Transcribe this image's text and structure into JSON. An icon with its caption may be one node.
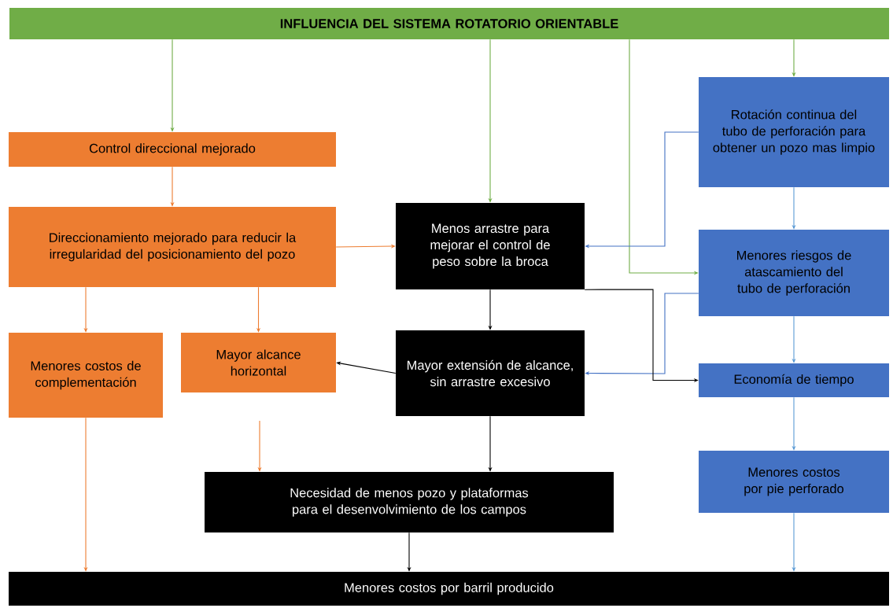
{
  "diagram": {
    "nodes": [
      {
        "text": [
          "INFLUENCIA DEL SISTEMA ROTATORIO ORIENTABLE"
        ]
      },
      {
        "text": [
          "Control direccional mejorado"
        ]
      },
      {
        "text": [
          "Direccionamiento mejorado para reducir la irregularidad del posicionamiento del pozo"
        ]
      },
      {
        "text": [
          "Menos arrastre para mejorar el control de peso sobre la broca"
        ]
      },
      {
        "text": [
          "Rotación continua del tubo de perforación para obtener un pozo mas limpio"
        ]
      },
      {
        "text": [
          "Menores riesgos de atascamiento del tubo de perforación"
        ]
      },
      {
        "text": [
          "Menores costos de complementación"
        ]
      },
      {
        "text": [
          "Mayor alcance horizontal"
        ]
      },
      {
        "text": [
          "Mayor extensión de alcance, sin arrastre excesivo"
        ]
      },
      {
        "text": [
          "Economía de tiempo"
        ]
      },
      {
        "text": [
          "Necesidad de menos pozo y plataformas para el desenvolvimiento de los campos"
        ]
      },
      {
        "text": [
          "Menores costos por pie perforado"
        ]
      },
      {
        "text": [
          "Menores costos por barril producido"
        ]
      }
    ],
    "edges": [
      {
        "from": 0,
        "to": 1,
        "arrow": "to",
        "color": "#70ad47"
      },
      {
        "from": 0,
        "to": 3,
        "arrow": "to",
        "color": "#70ad47"
      },
      {
        "from": 0,
        "to": 5,
        "arrow": "to",
        "color": "#70ad47"
      },
      {
        "from": 0,
        "to": 4,
        "arrow": "to",
        "color": "#70ad47"
      },
      {
        "from": 1,
        "to": 2,
        "arrow": "to",
        "color": "#ed7d31"
      },
      {
        "from": 2,
        "to": 3,
        "arrow": "to",
        "color": "#ed7d31"
      },
      {
        "from": 2,
        "to": 6,
        "arrow": "to",
        "color": "#ed7d31"
      },
      {
        "from": 2,
        "to": 7,
        "arrow": "to",
        "color": "#ed7d31"
      },
      {
        "from": 4,
        "to": 3,
        "arrow": "to",
        "color": "#4472c4"
      },
      {
        "from": 4,
        "to": 5,
        "arrow": "to",
        "color": "#5b9bd5"
      },
      {
        "from": 5,
        "to": 8,
        "arrow": "to",
        "color": "#4472c4"
      },
      {
        "from": 3,
        "to": 8,
        "arrow": "to",
        "color": "#000000"
      },
      {
        "from": 3,
        "to": 9,
        "arrow": "to",
        "color": "#000000"
      },
      {
        "from": 8,
        "to": 7,
        "arrow": "to",
        "color": "#000000"
      },
      {
        "from": 5,
        "to": 9,
        "arrow": "to",
        "color": "#5b9bd5"
      },
      {
        "from": 8,
        "to": 10,
        "arrow": "to",
        "color": "#000000"
      },
      {
        "from": null,
        "to": 10,
        "arrow": "to",
        "color": "#ed7d31"
      },
      {
        "from": 9,
        "to": 11,
        "arrow": "to",
        "color": "#5b9bd5"
      },
      {
        "from": 6,
        "to": 12,
        "arrow": "to",
        "color": "#ed7d31"
      },
      {
        "from": 10,
        "to": 12,
        "arrow": "to",
        "color": "#000000"
      },
      {
        "from": 11,
        "to": 12,
        "arrow": "to",
        "color": "#5b9bd5"
      }
    ]
  }
}
